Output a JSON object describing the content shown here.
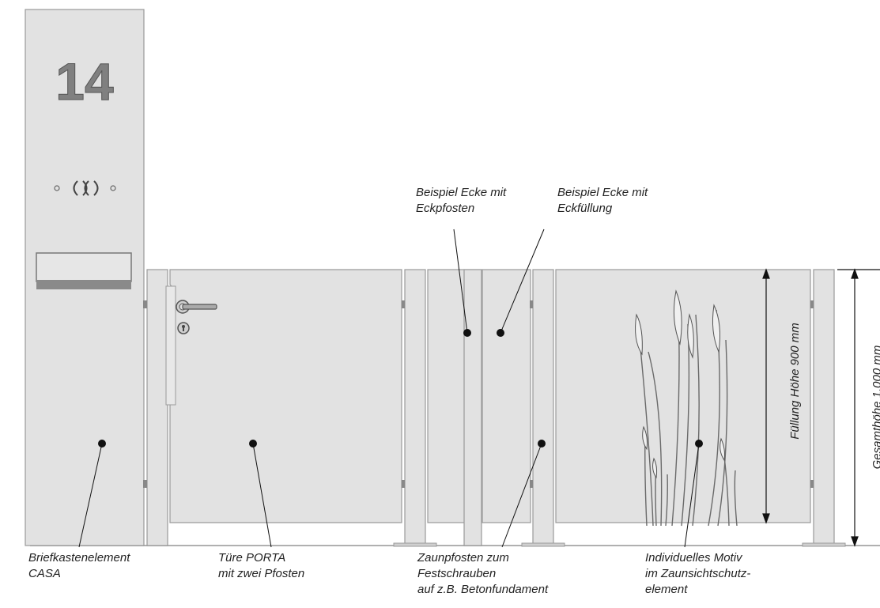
{
  "house_number": "14",
  "labels": {
    "corner_post": [
      "Beispiel Ecke mit",
      "Eckpfosten"
    ],
    "corner_fill": [
      "Beispiel Ecke mit",
      "Eckfüllung"
    ],
    "mailbox": [
      "Briefkastenelement",
      "CASA"
    ],
    "door": [
      "Türe PORTA",
      "mit zwei Pfosten"
    ],
    "fence_post": [
      "Zaunpfosten zum",
      "Festschrauben",
      "auf z.B. Betonfundament"
    ],
    "motif": [
      "Individuelles Motiv",
      "im Zaunsichtschutz-",
      "element"
    ]
  },
  "dimensions": {
    "fill_height": "Füllung Höhe 900 mm",
    "total_height": "Gesamthöhe 1.000 mm"
  },
  "colors": {
    "panel": "#e0e0e0",
    "panel_edge": "#9a9a9a",
    "number": "#7d7d7d",
    "ground": "#aaaaaa"
  }
}
